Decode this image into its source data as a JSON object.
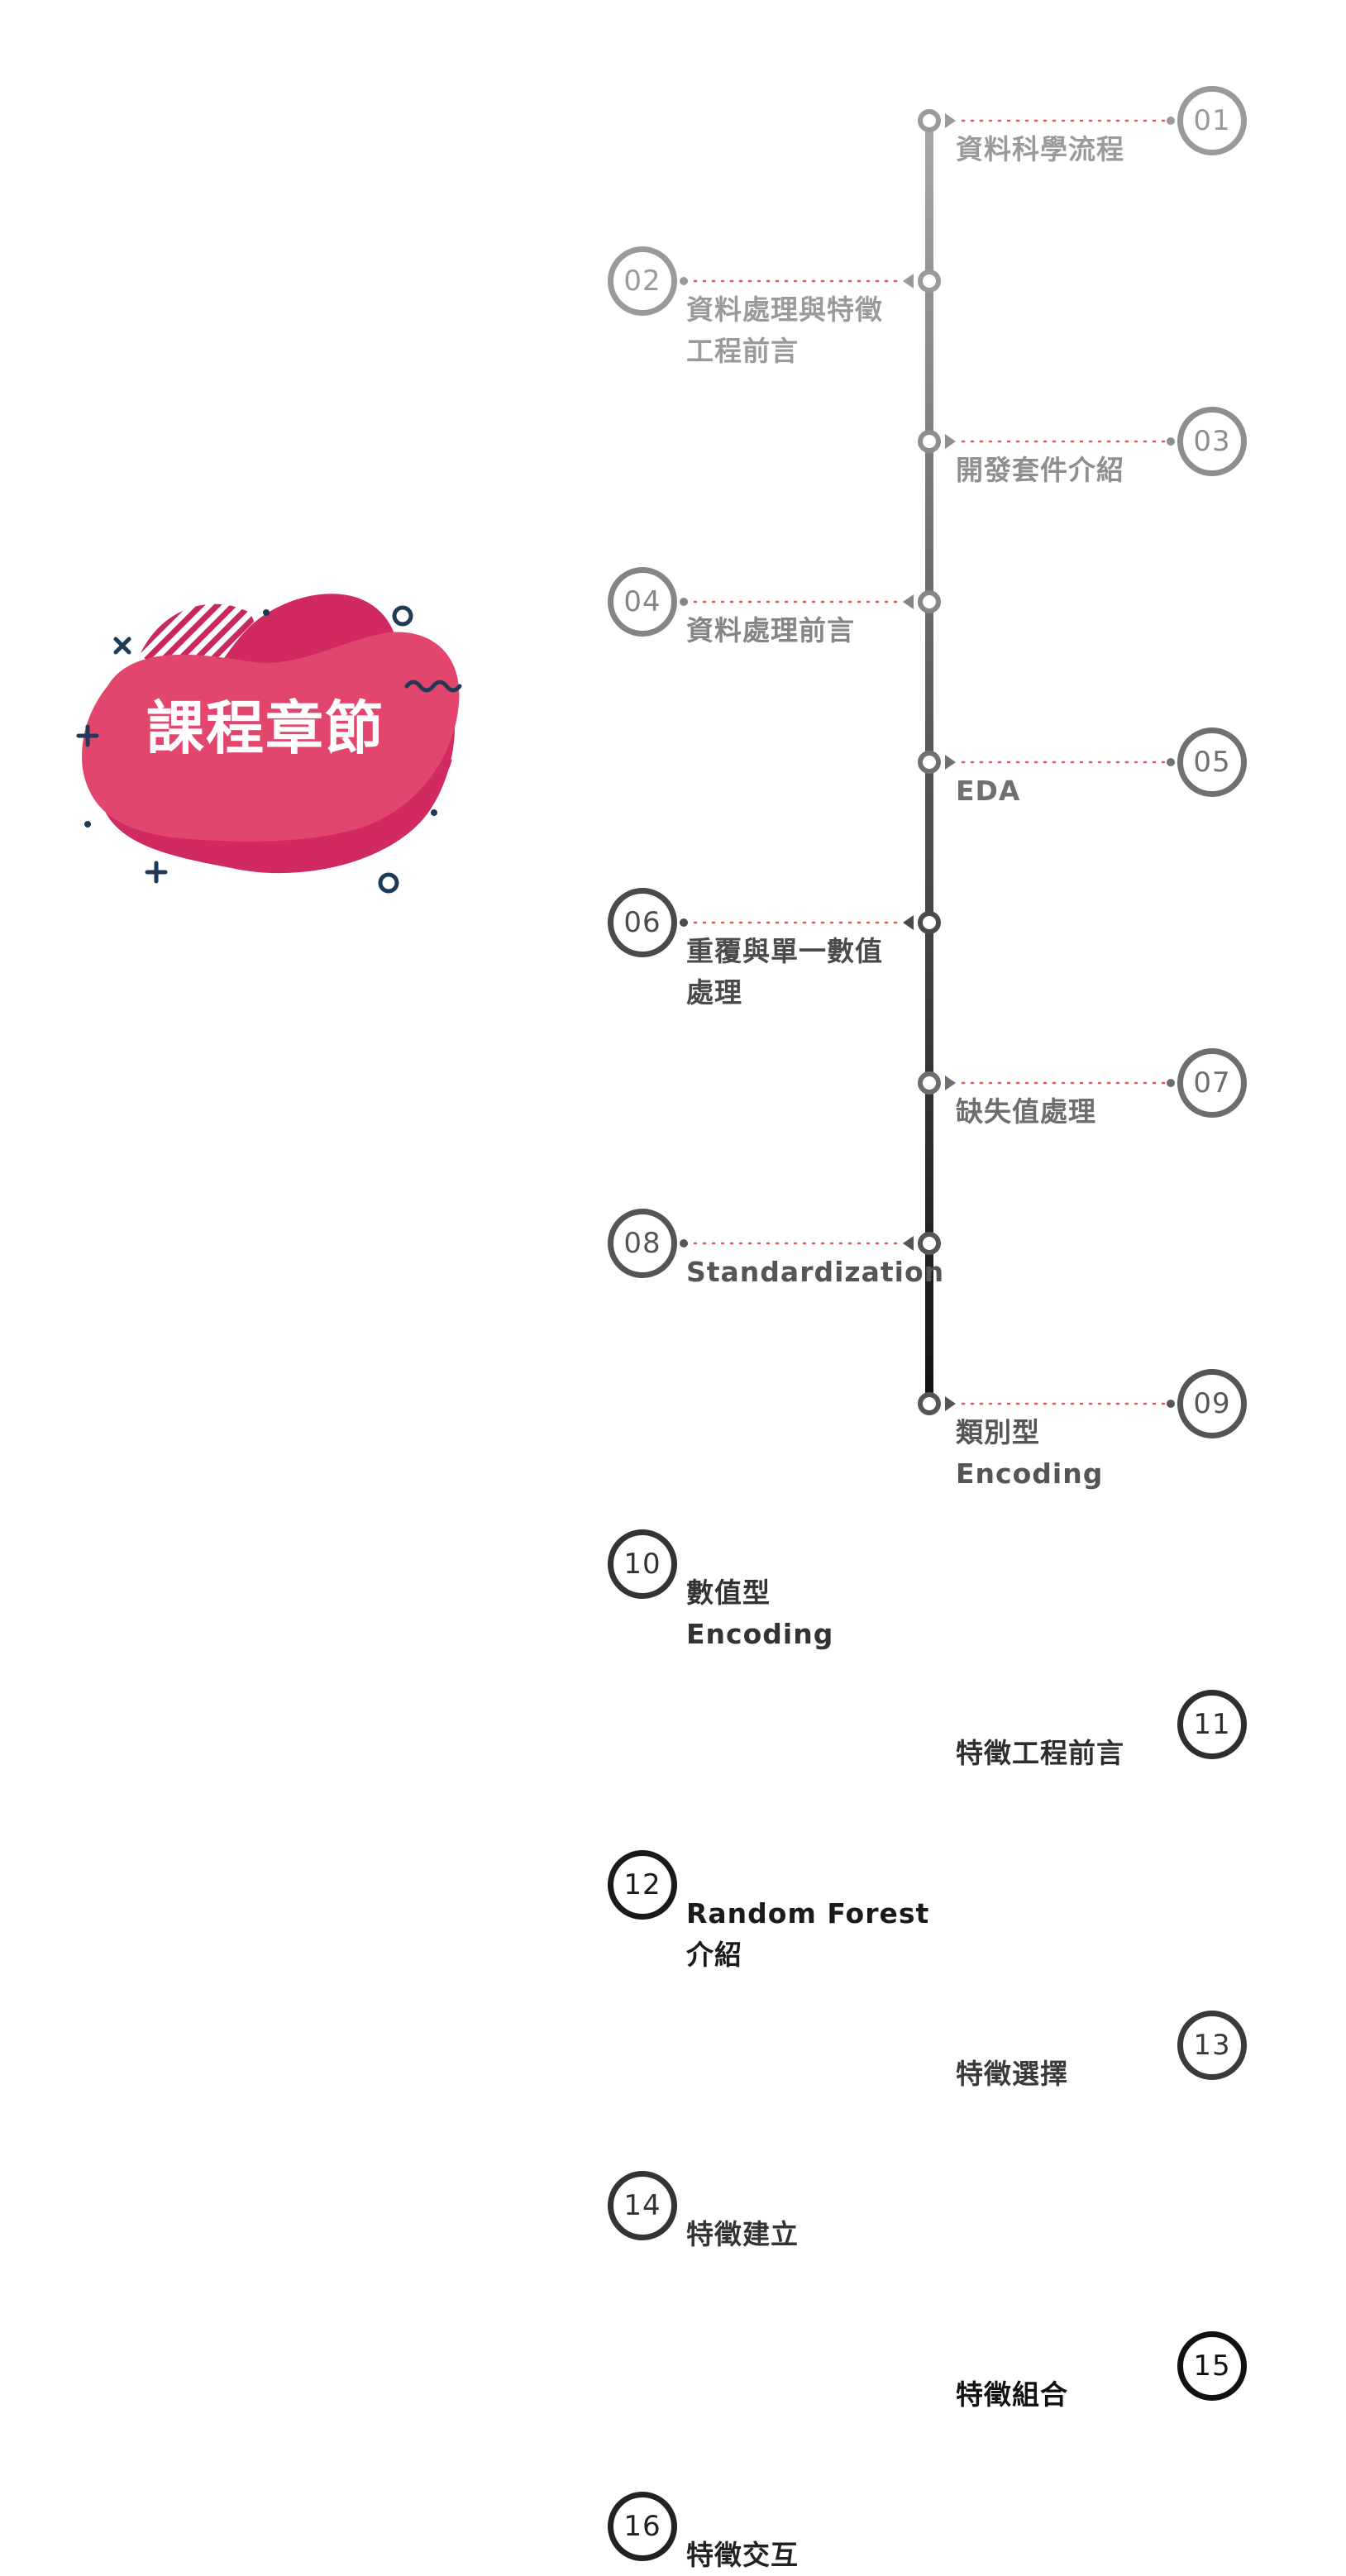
{
  "title": "課程章節",
  "colors": {
    "blob_dark": "#d12a60",
    "blob_light": "#e3466d",
    "stripe": "#c8285c",
    "deco": "#1f3a56",
    "dots": "#e05a5a"
  },
  "decorations": [
    "cross-icon",
    "plus-icon",
    "ring-icon",
    "wave-icon",
    "dot-icon"
  ],
  "chapters": [
    {
      "num": "01",
      "label": "資料科學流程",
      "side": "right",
      "color": "#9a9a9a"
    },
    {
      "num": "02",
      "label": "資料處理與特徵工程前言",
      "side": "left",
      "color": "#9a9a9a"
    },
    {
      "num": "03",
      "label": "開發套件介紹",
      "side": "right",
      "color": "#8e8e8e"
    },
    {
      "num": "04",
      "label": "資料處理前言",
      "side": "left",
      "color": "#858585"
    },
    {
      "num": "05",
      "label": "EDA",
      "side": "right",
      "color": "#707070"
    },
    {
      "num": "06",
      "label": "重覆與單一數值處理",
      "side": "left",
      "color": "#4a4a4a"
    },
    {
      "num": "07",
      "label": "缺失值處理",
      "side": "right",
      "color": "#6e6e6e"
    },
    {
      "num": "08",
      "label": "Standardization",
      "side": "left",
      "color": "#555555"
    },
    {
      "num": "09",
      "label": "類別型\nEncoding",
      "side": "right",
      "color": "#555555"
    },
    {
      "num": "10",
      "label": "數值型\nEncoding",
      "side": "left",
      "color": "#333333"
    },
    {
      "num": "11",
      "label": "特徵工程前言",
      "side": "right",
      "color": "#2e2e2e"
    },
    {
      "num": "12",
      "label": "Random Forest\n介紹",
      "side": "left",
      "color": "#1a1a1a"
    },
    {
      "num": "13",
      "label": "特徵選擇",
      "side": "right",
      "color": "#3a3a3a"
    },
    {
      "num": "14",
      "label": "特徵建立",
      "side": "left",
      "color": "#333333"
    },
    {
      "num": "15",
      "label": "特徵組合",
      "side": "right",
      "color": "#111111"
    },
    {
      "num": "16",
      "label": "特徵交互",
      "side": "left",
      "color": "#222222"
    }
  ]
}
